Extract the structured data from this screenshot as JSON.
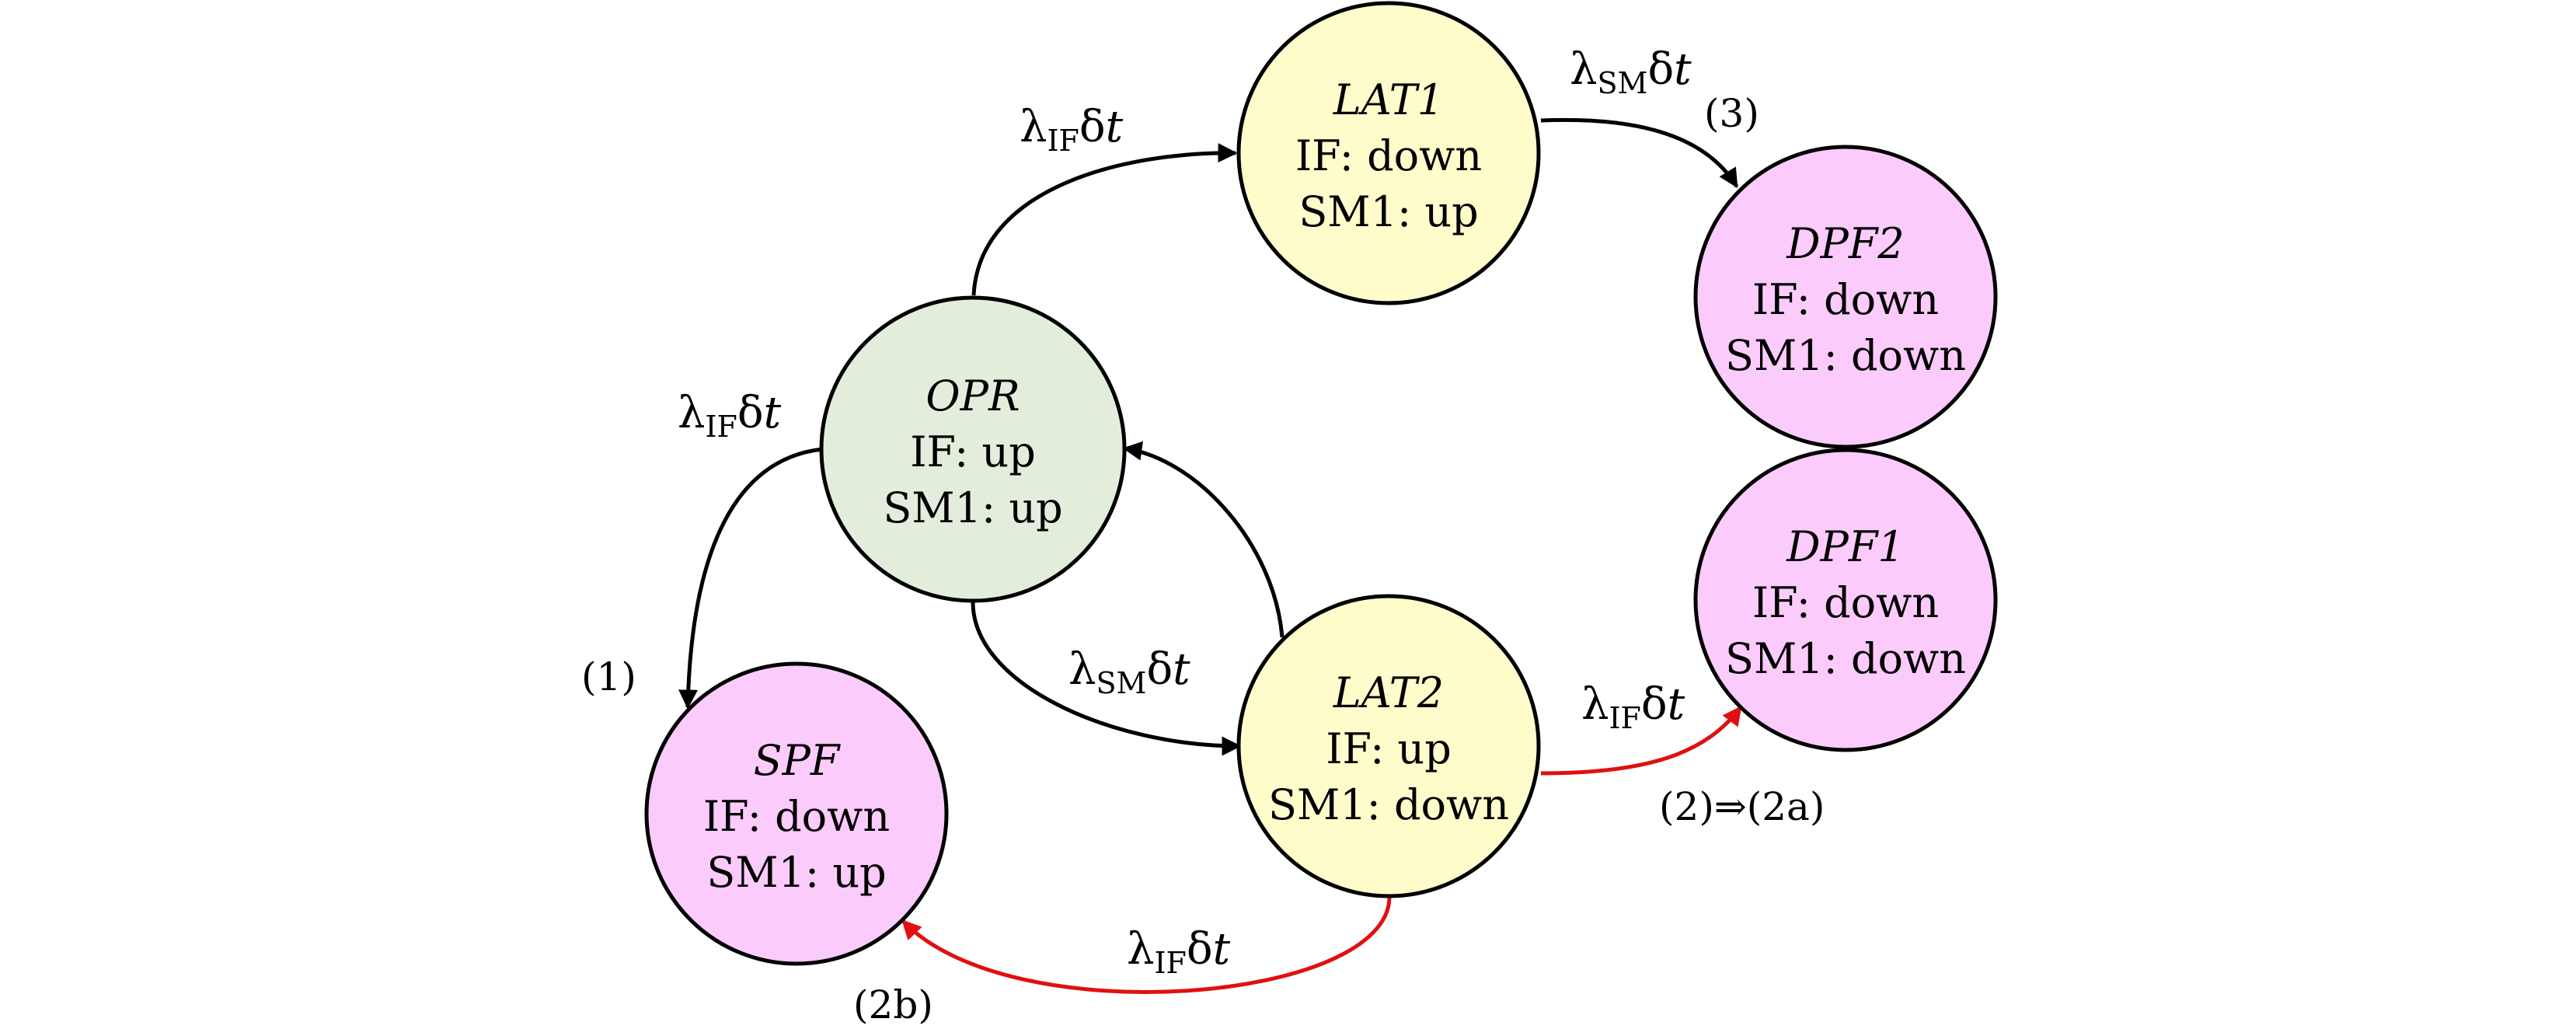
{
  "states": {
    "opr": {
      "name": "OPR",
      "line1": "IF: up",
      "line2": "SM1: up",
      "fill": "#E2EEDB"
    },
    "lat1": {
      "name": "LAT1",
      "line1": "IF: down",
      "line2": "SM1: up",
      "fill": "#FEFCCB"
    },
    "lat2": {
      "name": "LAT2",
      "line1": "IF: up",
      "line2": "SM1: down",
      "fill": "#FEFCCB"
    },
    "spf": {
      "name": "SPF",
      "line1": "IF: down",
      "line2": "SM1: up",
      "fill": "#FBCBFB"
    },
    "dpf2": {
      "name": "DPF2",
      "line1": "IF: down",
      "line2": "SM1: down",
      "fill": "#FBCBFB"
    },
    "dpf1": {
      "name": "DPF1",
      "line1": "IF: down",
      "line2": "SM1: down",
      "fill": "#FBCBFB"
    }
  },
  "rates": {
    "lambda": "λ",
    "delta": "δ",
    "t": "t",
    "if_sub": "IF",
    "sm_sub": "SM"
  },
  "markers": {
    "m1": "(1)",
    "m3": "(3)",
    "m2": "(2)⇒(2a)",
    "m2b": "(2b)"
  },
  "colors": {
    "normal_edge": "#000000",
    "failure_edge": "#E01010"
  }
}
